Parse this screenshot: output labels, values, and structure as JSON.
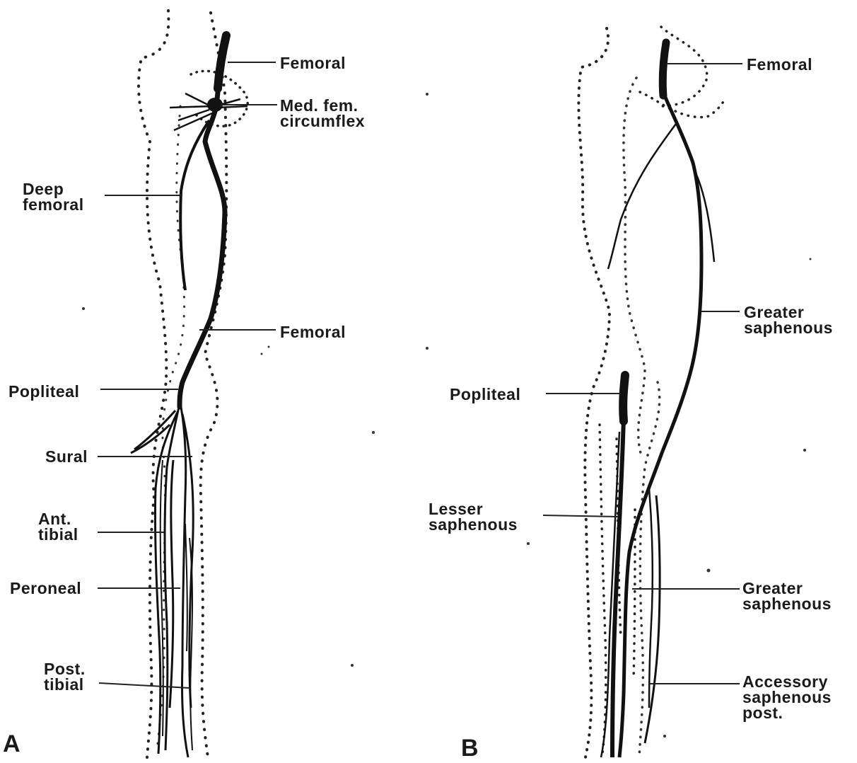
{
  "panels": {
    "a": "A",
    "b": "B"
  },
  "labels_a": {
    "femoral_top": "Femoral",
    "med_fem_circumflex": "Med. fem.\ncircumflex",
    "deep_femoral": "Deep\nfemoral",
    "femoral_mid": "Femoral",
    "popliteal": "Popliteal",
    "sural": "Sural",
    "ant_tibial": "Ant.\ntibial",
    "peroneal": "Peroneal",
    "post_tibial": "Post.\ntibial"
  },
  "labels_b": {
    "femoral": "Femoral",
    "greater_saphenous_upper": "Greater\nsaphenous",
    "popliteal": "Popliteal",
    "lesser_saphenous": "Lesser\nsaphenous",
    "greater_saphenous_lower": "Greater\nsaphenous",
    "accessory_saphenous_post": "Accessory\nsaphenous\npost."
  }
}
